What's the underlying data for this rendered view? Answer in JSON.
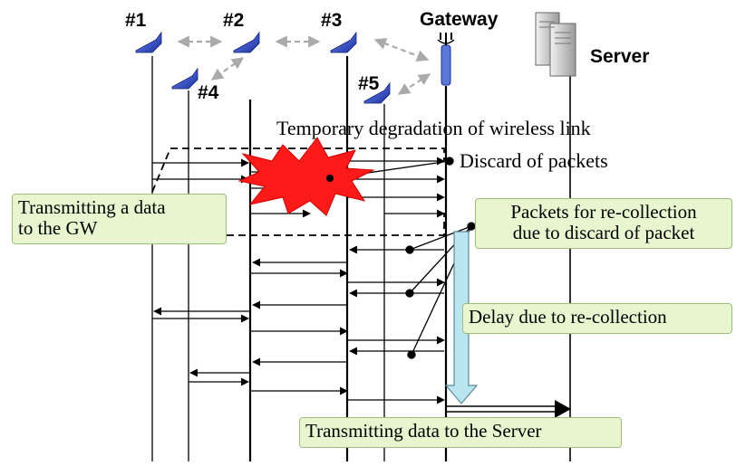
{
  "nodes": {
    "n1": "#1",
    "n2": "#2",
    "n3": "#3",
    "n4": "#4",
    "n5": "#5",
    "gateway": "Gateway",
    "server": "Server"
  },
  "annotations": {
    "degradation": "Temporary degradation of wireless link",
    "discard": "Discard of packets"
  },
  "callouts": {
    "transmit_gw_line1": "Transmitting  a data",
    "transmit_gw_line2": "to the GW",
    "recollect_line1": "Packets for re-collection",
    "recollect_line2": "due to discard of packet",
    "delay": "Delay due to re-collection",
    "transmit_server": "Transmitting  data to the Server"
  },
  "icons": [
    "sensor-node-icon",
    "antenna-icon",
    "server-icon",
    "explosion-icon"
  ],
  "colors": {
    "callout_fill": "#e7f6cf",
    "explosion": "#ff1a1a",
    "delay_arrow": "#b9e6f0",
    "node_blue": "#1f3fbf"
  }
}
